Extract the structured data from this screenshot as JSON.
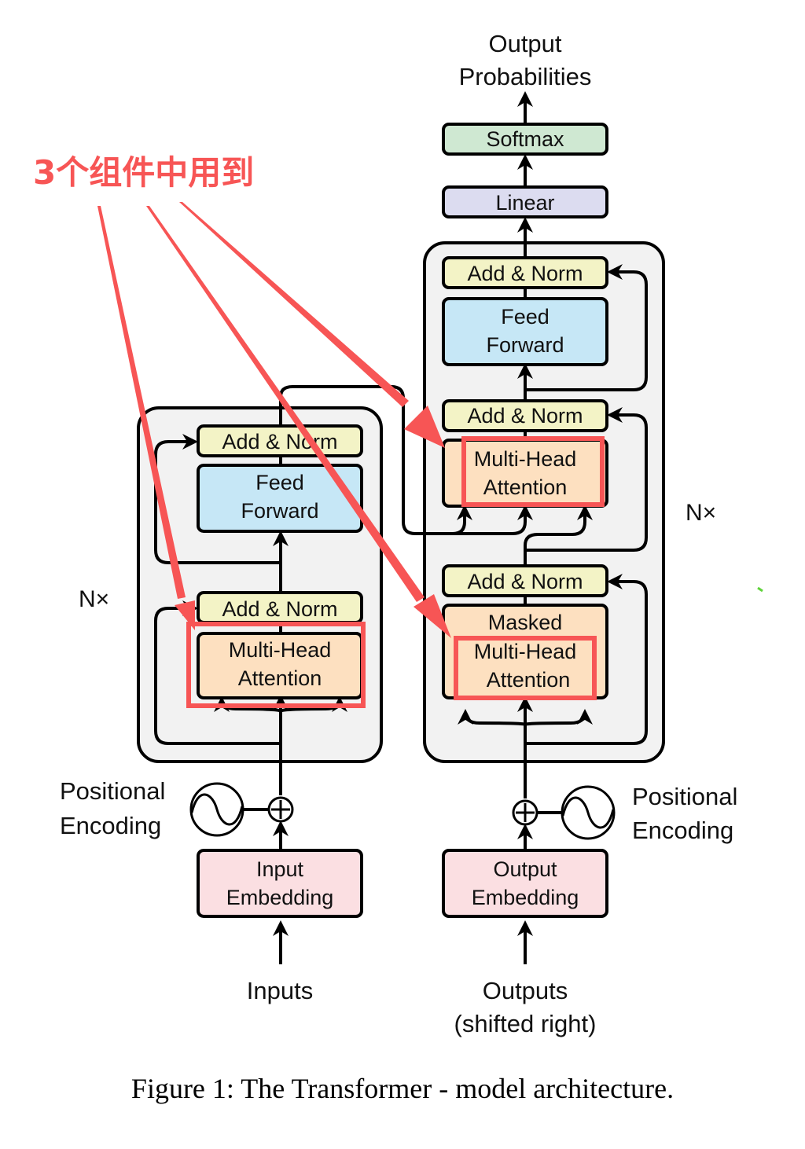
{
  "diagram": {
    "title": "The Transformer - model architecture",
    "colors": {
      "stack_bg": "#f2f2f2",
      "add_norm": "#f3f3c6",
      "feed_forward": "#c6e7f6",
      "attention": "#fde0c0",
      "embedding": "#fbdfe2",
      "linear": "#dcdcf0",
      "softmax": "#cfe8d2",
      "annotation": "#f75555",
      "stroke": "#000000"
    },
    "output_label": [
      "Output",
      "Probabilities"
    ],
    "softmax_label": "Softmax",
    "linear_label": "Linear",
    "encoder": {
      "repeat_label": "N×",
      "add_norm_top": "Add & Norm",
      "feed_forward": [
        "Feed",
        "Forward"
      ],
      "add_norm_bottom": "Add & Norm",
      "attention": [
        "Multi-Head",
        "Attention"
      ],
      "positional_encoding": [
        "Positional",
        "Encoding"
      ],
      "embedding": [
        "Input",
        "Embedding"
      ],
      "input_label": "Inputs"
    },
    "decoder": {
      "repeat_label": "N×",
      "add_norm_top": "Add & Norm",
      "feed_forward": [
        "Feed",
        "Forward"
      ],
      "add_norm_mid": "Add & Norm",
      "cross_attention": [
        "Multi-Head",
        "Attention"
      ],
      "add_norm_bottom": "Add & Norm",
      "masked_attention": [
        "Masked",
        "Multi-Head",
        "Attention"
      ],
      "positional_encoding": [
        "Positional",
        "Encoding"
      ],
      "embedding": [
        "Output",
        "Embedding"
      ],
      "input_label": [
        "Outputs",
        "(shifted right)"
      ]
    },
    "annotation": {
      "text": "3个组件中用到",
      "targets": [
        "encoder-self-attention",
        "decoder-masked-attention",
        "decoder-cross-attention"
      ]
    },
    "caption": "Figure 1: The Transformer - model architecture."
  }
}
